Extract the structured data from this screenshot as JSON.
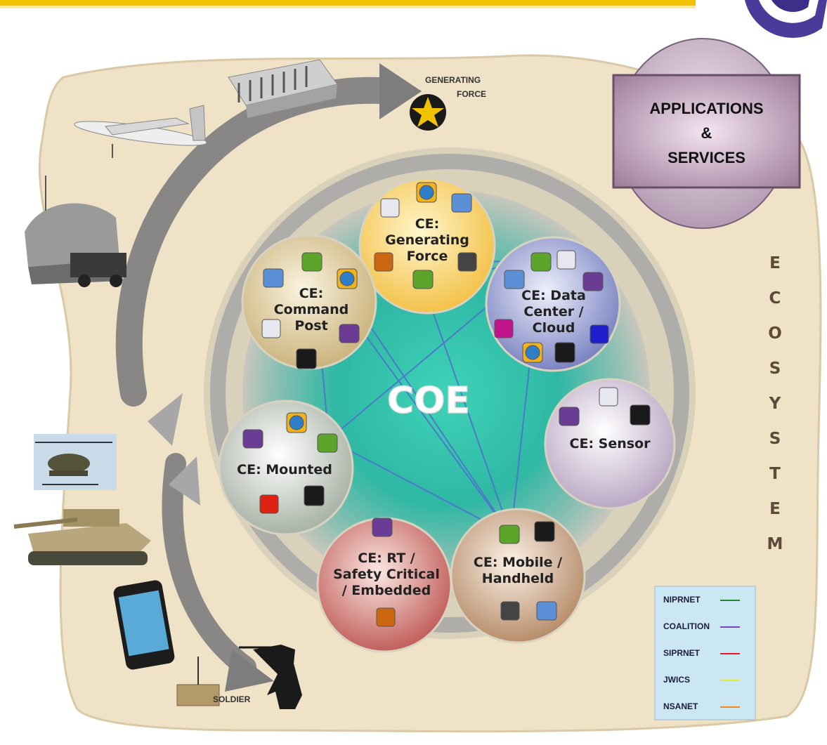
{
  "title_bar": {
    "accent_color": "#f2c200"
  },
  "applications_box": {
    "line1": "APPLICATIONS",
    "line2": "&",
    "line3": "SERVICES"
  },
  "ecosystem_letters": [
    "E",
    "C",
    "O",
    "S",
    "Y",
    "S",
    "T",
    "E",
    "M"
  ],
  "center_label": "COE",
  "markers": {
    "generating_force": "GENERATING\nFORCE",
    "soldier": "SOLDIER"
  },
  "computing_environments": [
    {
      "id": "generating-force",
      "label": "CE:\nGenerating\nForce"
    },
    {
      "id": "command-post",
      "label": "CE:\nCommand\nPost"
    },
    {
      "id": "data-center",
      "label": "CE: Data\nCenter /\nCloud"
    },
    {
      "id": "sensor",
      "label": "CE: Sensor"
    },
    {
      "id": "mounted",
      "label": "CE: Mounted"
    },
    {
      "id": "rt-safety",
      "label": "CE: RT /\nSafety Critical\n/ Embedded"
    },
    {
      "id": "mobile",
      "label": "CE: Mobile /\nHandheld"
    }
  ],
  "legend": [
    {
      "label": "NIPRNET",
      "color": "#1a8a2a"
    },
    {
      "label": "COALITION",
      "color": "#7a3fc7"
    },
    {
      "label": "SIPRNET",
      "color": "#e02020"
    },
    {
      "label": "JWICS",
      "color": "#e8e830"
    },
    {
      "label": "NSANET",
      "color": "#f08a1a"
    }
  ],
  "colors": {
    "ecosystem_bg": "#efe2c6",
    "coe_teal": "#2fbfa8",
    "ring_gray": "#a7a7a7",
    "network_line": "#4a7bc8",
    "lavender": "#cbb7cc"
  }
}
